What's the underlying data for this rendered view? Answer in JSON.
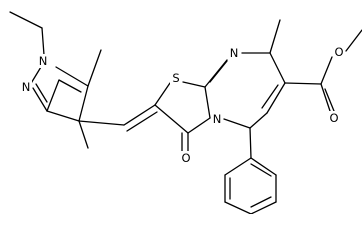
{
  "atoms": {
    "n1": "N",
    "n2": "N",
    "s": "S",
    "n_imine": "N",
    "n_ring": "N",
    "o_carbonyl": "O",
    "o_ester_carbonyl": "O",
    "o_ester": "O"
  },
  "colors": {
    "bond": "#000000",
    "label": "#000000",
    "background": "#ffffff"
  }
}
